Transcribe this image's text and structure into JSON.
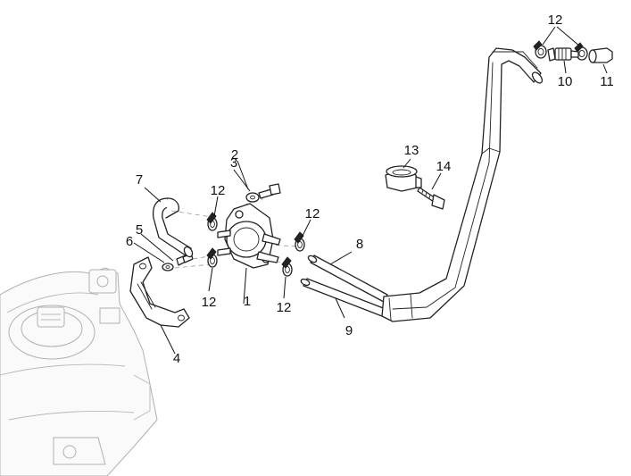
{
  "callouts": [
    {
      "id": "1",
      "text": "1"
    },
    {
      "id": "2",
      "text": "2"
    },
    {
      "id": "3",
      "text": "3"
    },
    {
      "id": "4",
      "text": "4"
    },
    {
      "id": "5",
      "text": "5"
    },
    {
      "id": "6",
      "text": "6"
    },
    {
      "id": "7",
      "text": "7"
    },
    {
      "id": "8",
      "text": "8"
    },
    {
      "id": "9",
      "text": "9"
    },
    {
      "id": "10",
      "text": "10"
    },
    {
      "id": "11",
      "text": "11"
    },
    {
      "id": "12a",
      "text": "12"
    },
    {
      "id": "12b",
      "text": "12"
    },
    {
      "id": "12c",
      "text": "12"
    },
    {
      "id": "12d",
      "text": "12"
    },
    {
      "id": "12e",
      "text": "12"
    },
    {
      "id": "13",
      "text": "13"
    },
    {
      "id": "14",
      "text": "14"
    }
  ]
}
